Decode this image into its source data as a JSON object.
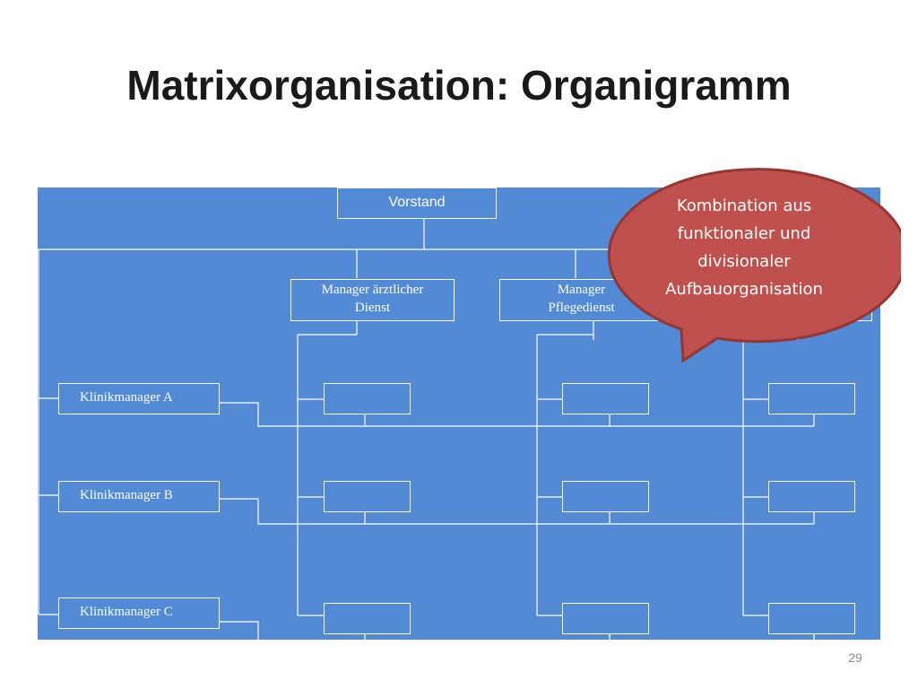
{
  "slide": {
    "title_normal": "Matrixorganisation: ",
    "title_bold": "Organigramm",
    "page_number": "29"
  },
  "org_chart": {
    "top_node": "Vorstand",
    "functional_managers": [
      {
        "line1": "Manager ärztlicher",
        "line2": "Dienst"
      },
      {
        "line1": "Manager",
        "line2": "Pflegedienst"
      },
      {
        "line1": "",
        "line2": ""
      }
    ],
    "divisional_managers": [
      "Klinikmanager A",
      "Klinikmanager B",
      "Klinikmanager C"
    ]
  },
  "callout": {
    "lines": [
      "Kombination aus",
      "funktionaler und",
      "divisionaler",
      "Aufbauorganisation"
    ],
    "color": "#c0504d"
  },
  "colors": {
    "panel": "#538ad6",
    "lines": "#ffffff",
    "callout_border": "#943634"
  }
}
